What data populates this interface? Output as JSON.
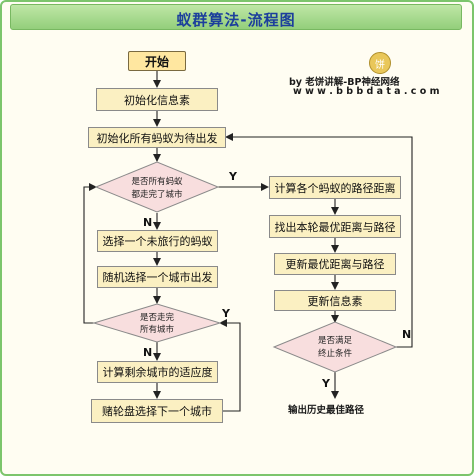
{
  "title": "蚁群算法-流程图",
  "byline": {
    "author": "by 老饼讲解-BP神经网络",
    "url": "w w w . b b b d a t a . c o m",
    "badge": "饼"
  },
  "nodes": {
    "start": "开始",
    "init_info": "初始化信息素",
    "init_ants": "初始化所有蚂蚁为待出发",
    "select_ant": "选择一个未旅行的蚂蚁",
    "random_city": "随机选择一个城市出发",
    "calc_fitness": "计算剩余城市的适应度",
    "roulette": "赌轮盘选择下一个城市",
    "calc_path": "计算各个蚂蚁的路径距离",
    "find_best": "找出本轮最优距离与路径",
    "update_best": "更新最优距离与路径",
    "update_info": "更新信息素",
    "output": "输出历史最佳路径"
  },
  "decisions": {
    "all_done_line1": "是否所有蚂蚁",
    "all_done_line2": "都走完了城市",
    "finished_line1": "是否走完",
    "finished_line2": "所有城市",
    "stop_line1": "是否满足",
    "stop_line2": "终止条件"
  },
  "labels": {
    "yes": "Y",
    "no": "N"
  },
  "colors": {
    "node_fill": "#fbf0c2",
    "decision_fill": "#f8dede",
    "header": "#93cf7b",
    "title": "#1c3f9c"
  }
}
